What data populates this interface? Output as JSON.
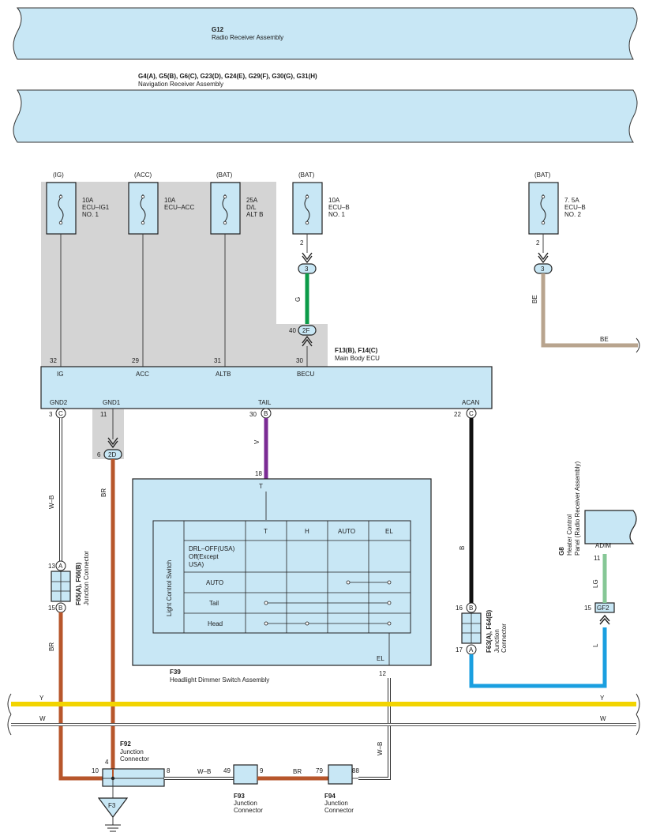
{
  "colors": {
    "box_fill": "#c8e7f5",
    "shade": "#d4d4d4",
    "wire_green": "#0b9b48",
    "wire_beige": "#b8a48e",
    "wire_brown": "#b7562b",
    "wire_purple": "#7b2c94",
    "wire_black": "#111111",
    "wire_blue": "#1a9fe0",
    "wire_lightgreen": "#86c796",
    "wire_yellow": "#f2d400",
    "wire_white": "#ffffff",
    "outline": "#333333"
  },
  "radio": {
    "code": "G12",
    "name": "Radio Receiver Assembly"
  },
  "nav": {
    "codes": "G4(A), G5(B), G6(C), G23(D), G24(E), G29(F), G30(G), G31(H)",
    "name": "Navigation Receiver Assembly"
  },
  "fuses": [
    {
      "source": "(IG)",
      "rating": "10A",
      "line1": "ECU–IG1",
      "line2": "NO. 1"
    },
    {
      "source": "(ACC)",
      "rating": "10A",
      "line1": "ECU–ACC",
      "line2": ""
    },
    {
      "source": "(BAT)",
      "rating": "25A",
      "line1": "D/L",
      "line2": "ALT B"
    },
    {
      "source": "(BAT)",
      "rating": "10A",
      "line1": "ECU–B",
      "line2": "NO. 1",
      "pin": "2"
    },
    {
      "source": "(BAT)",
      "rating": "7. 5A",
      "line1": "ECU–B",
      "line2": "NO. 2",
      "pin": "2"
    }
  ],
  "inline_conn": [
    {
      "label": "3"
    },
    {
      "label": "3"
    }
  ],
  "wires": {
    "g": "G",
    "be1": "BE",
    "be2": "BE",
    "wb1": "W–B",
    "br_left": "BR",
    "br_gnd": "BR",
    "v": "V",
    "b": "B",
    "lg": "LG",
    "l": "L",
    "y_left": "Y",
    "y_right": "Y",
    "w_left": "W",
    "w_right": "W",
    "wb_bottom": "W–B",
    "wb_f92": "W–B",
    "br_f93": "BR"
  },
  "j2f": {
    "pin": "40",
    "label": "2F"
  },
  "ecu": {
    "codes": "F13(B), F14(C)",
    "name": "Main Body ECU",
    "top_pins": [
      {
        "pin": "32",
        "label": "IG"
      },
      {
        "pin": "29",
        "label": "ACC"
      },
      {
        "pin": "31",
        "label": "ALTB"
      },
      {
        "pin": "30",
        "label": "BECU"
      }
    ],
    "bottom_pins": [
      {
        "pin": "3",
        "conn": "C",
        "label": "GND2"
      },
      {
        "pin": "11",
        "conn": "",
        "label": "GND1"
      },
      {
        "pin": "30",
        "conn": "B",
        "label": "TAIL"
      },
      {
        "pin": "22",
        "conn": "C",
        "label": "ACAN"
      }
    ]
  },
  "j2d": {
    "pin": "6",
    "label": "2D"
  },
  "f65": {
    "codes": "F65(A), F66(B)",
    "name": "Junction Connector",
    "top_pin": "13",
    "top_conn": "A",
    "bot_pin": "15",
    "bot_conn": "B"
  },
  "f63": {
    "codes": "F63(A), F64(B)",
    "name": "Junction",
    "name2": "Connector",
    "top_pin": "16",
    "top_conn": "B",
    "bot_pin": "17",
    "bot_conn": "A"
  },
  "g8": {
    "code": "G8",
    "name1": "Heater Control",
    "name2": "Panel (Radio Receiver Assembly)",
    "term": "ADIM",
    "pin": "11"
  },
  "gf2": {
    "pin": "15",
    "label": "GF2"
  },
  "f39": {
    "code": "F39",
    "name": "Headlight Dimmer Switch Assembly",
    "t_pin": "18",
    "t_label": "T",
    "el_label": "EL",
    "el_pin": "12",
    "side_label": "Light Control Switch",
    "headers": [
      "T",
      "H",
      "AUTO",
      "EL"
    ],
    "rows": [
      "DRL–OFF(USA)",
      "Off(Except",
      "USA)",
      "AUTO",
      "Tail",
      "Head"
    ]
  },
  "f92": {
    "code": "F92",
    "name1": "Junction",
    "name2": "Connector",
    "pin_top": "4",
    "pin_left": "10",
    "pin_right": "8"
  },
  "f93": {
    "code": "F93",
    "name1": "Junction",
    "name2": "Connector",
    "pin_left": "49",
    "pin_right": "9"
  },
  "f94": {
    "code": "F94",
    "name1": "Junction",
    "name2": "Connector",
    "pin_left": "79",
    "pin_right": "88"
  },
  "ground": {
    "label": "F3"
  }
}
